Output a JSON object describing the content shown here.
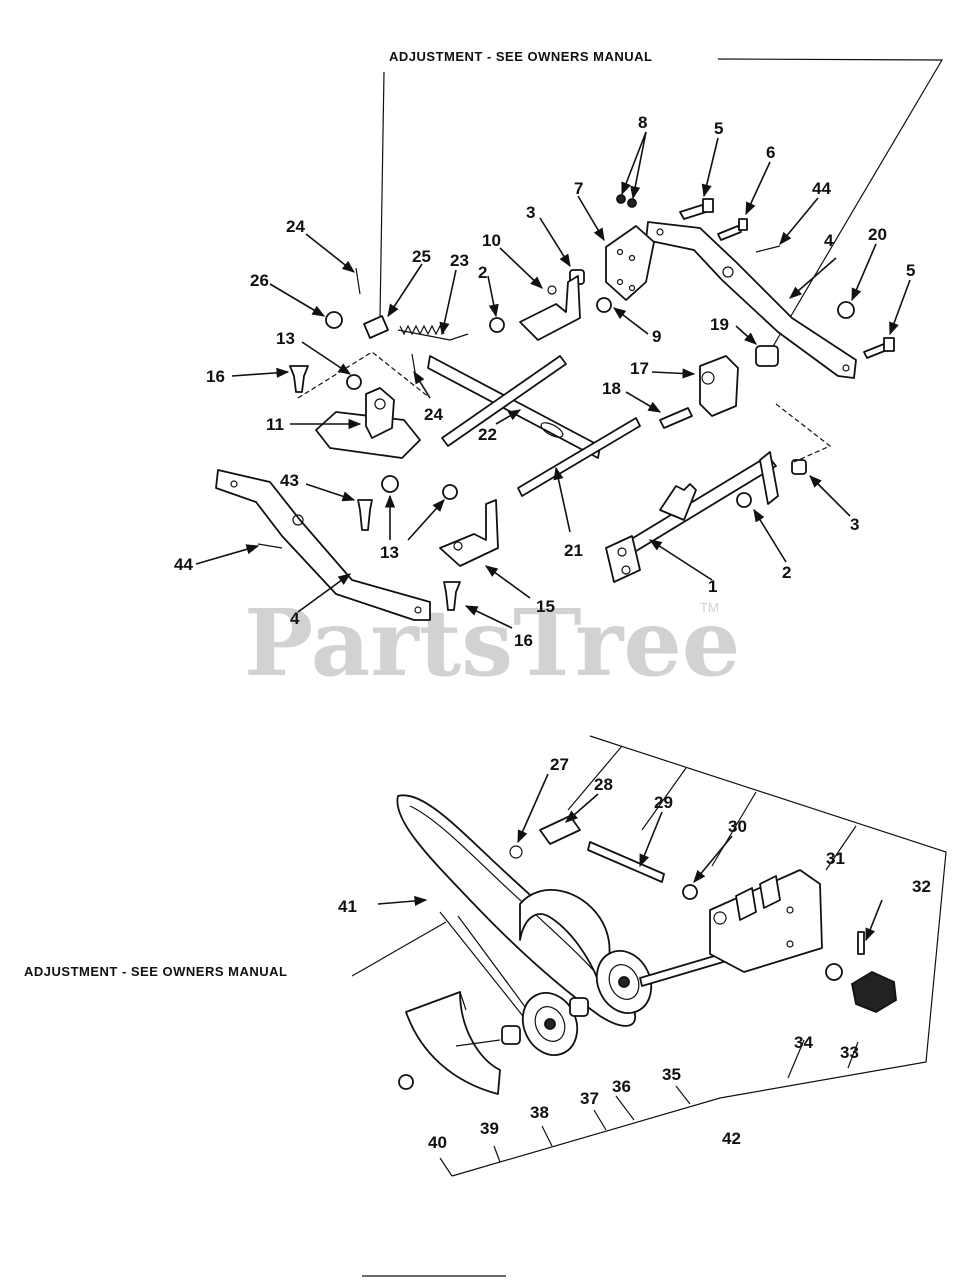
{
  "captions": {
    "top": "ADJUSTMENT - SEE OWNERS MANUAL",
    "bottom": "ADJUSTMENT - SEE OWNERS MANUAL"
  },
  "watermark": {
    "brand": "PartsTree",
    "trademark": "TM"
  },
  "callouts": {
    "c1": "1",
    "c2a": "2",
    "c2b": "2",
    "c3a": "3",
    "c3b": "3",
    "c4a": "4",
    "c4b": "4",
    "c5a": "5",
    "c5b": "5",
    "c6": "6",
    "c7": "7",
    "c8": "8",
    "c9": "9",
    "c10": "10",
    "c11": "11",
    "c13a": "13",
    "c13b": "13",
    "c15": "15",
    "c16a": "16",
    "c16b": "16",
    "c17": "17",
    "c18": "18",
    "c19": "19",
    "c20": "20",
    "c21": "21",
    "c22": "22",
    "c23": "23",
    "c24a": "24",
    "c24b": "24",
    "c25": "25",
    "c26": "26",
    "c27": "27",
    "c28": "28",
    "c29": "29",
    "c30": "30",
    "c31": "31",
    "c32": "32",
    "c33": "33",
    "c34": "34",
    "c35": "35",
    "c36": "36",
    "c37": "37",
    "c38": "38",
    "c39": "39",
    "c40": "40",
    "c41": "41",
    "c42": "42",
    "c43": "43",
    "c44a": "44",
    "c44b": "44"
  }
}
